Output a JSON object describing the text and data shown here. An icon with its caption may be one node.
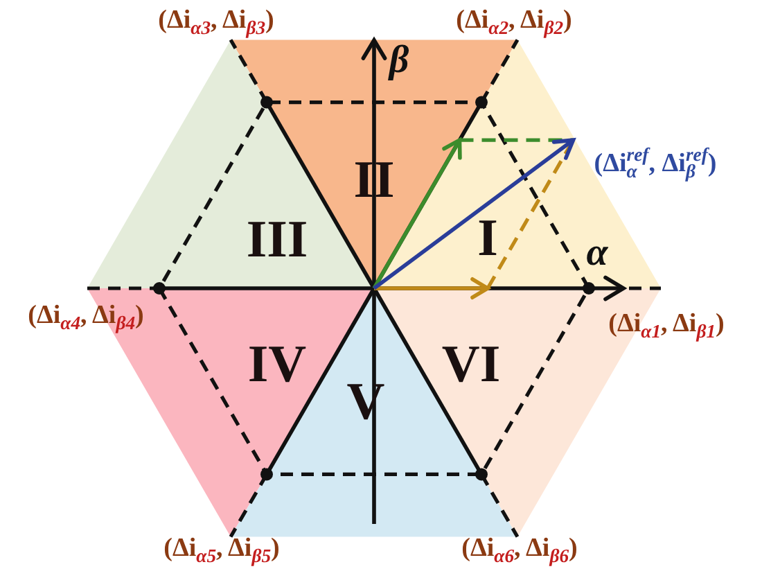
{
  "diagram": {
    "labels": [
      "(Δi$_{α3}$, Δi$_{β3}$)",
      "(Δi$_{α2}$, Δi$_{β2}$)",
      "β",
      "(Δi$_{α}$$^{ref}$, Δi$_{β}$$^{ref}$)",
      "II",
      "III",
      "I",
      "α",
      "(Δi$_{α4}$, Δi$_{β4}$)",
      "(Δi$_{α1}$, Δi$_{β1}$)",
      "IV",
      "VI",
      "V",
      "(Δi$_{α5}$, Δi$_{β5}$)",
      "(Δi$_{α6}$, Δi$_{β6}$)"
    ]
  }
}
